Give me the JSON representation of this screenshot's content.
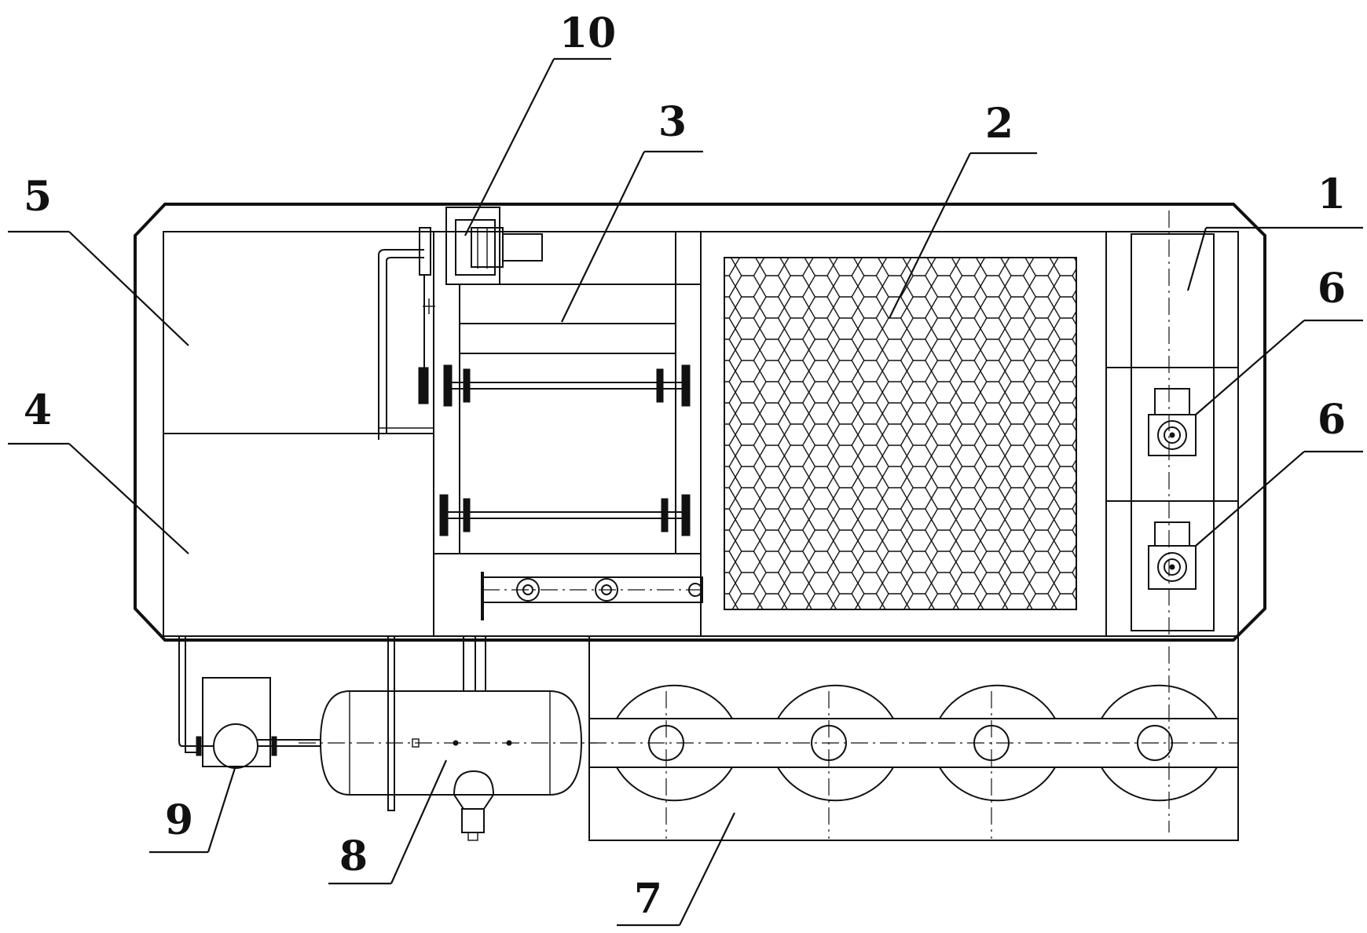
{
  "labels": {
    "l1": "1",
    "l2": "2",
    "l3": "3",
    "l4": "4",
    "l5": "5",
    "l6a": "6",
    "l6b": "6",
    "l7": "7",
    "l8": "8",
    "l9": "9",
    "l10": "10"
  },
  "colors": {
    "ink": "#111111",
    "paper": "#ffffff"
  }
}
